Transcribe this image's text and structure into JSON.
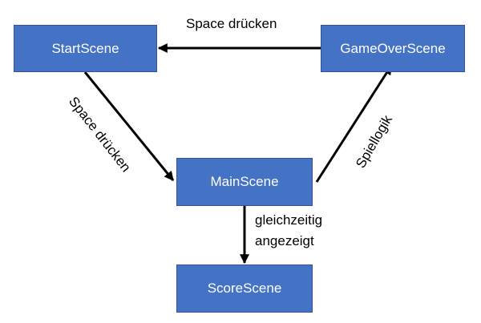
{
  "nodes": {
    "start": "StartScene",
    "gameover": "GameOverScene",
    "main": "MainScene",
    "score": "ScoreScene"
  },
  "edges": {
    "gameover_to_start": "Space drücken",
    "start_to_main": "Space drücken",
    "main_to_gameover": "Spiellogik",
    "main_to_score_line1": "gleichzeitig",
    "main_to_score_line2": "angezeigt"
  },
  "colors": {
    "node_fill": "#4472c4",
    "node_border": "#2f5597",
    "node_text": "#ffffff",
    "arrow": "#000000"
  }
}
